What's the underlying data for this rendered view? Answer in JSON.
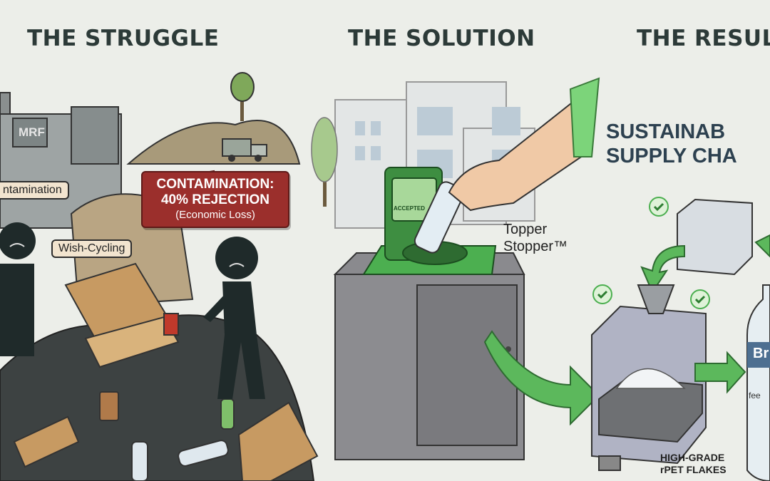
{
  "panels": {
    "struggle": {
      "title": "THE STRUGGLE",
      "mrf_label": "MRF",
      "tag_contamination": "ntamination",
      "tag_wishcycling": "Wish-Cycling",
      "callout": {
        "line1": "CONTAMINATION:",
        "line2": "40% REJECTION",
        "line3": "(Economic Loss)"
      }
    },
    "solution": {
      "title": "THE SOLUTION",
      "screen_text": "ACCEPTED",
      "device_label_1": "Topper",
      "device_label_2": "Stopper™"
    },
    "result": {
      "title": "THE RESUL",
      "heading_1": "SUSTAINAB",
      "heading_2": "SUPPLY CHA",
      "flakes_label_1": "HIGH-GRADE",
      "flakes_label_2": "rPET FLAKES",
      "bottle_label": "Br",
      "bottle_sublabel": "fee"
    }
  },
  "colors": {
    "accent_green": "#5cb85c",
    "alert_red": "#9b2f2c",
    "title": "#2c3a38"
  }
}
